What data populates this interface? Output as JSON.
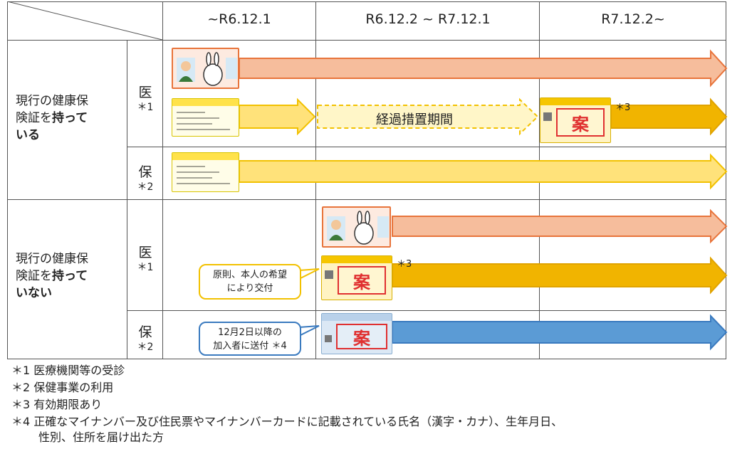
{
  "header": {
    "col1": "~R6.12.1",
    "col2": "R6.12.2 ~ R7.12.1",
    "col3": "R7.12.2~"
  },
  "groups": {
    "have": {
      "line1": "現行の健康保",
      "line2a": "険証を",
      "line2b": "持って",
      "line3": "いる"
    },
    "nothave": {
      "line1": "現行の健康保",
      "line2a": "険証を",
      "line2b": "持って",
      "line3": "いない"
    }
  },
  "subs": {
    "med_char": "医",
    "med_note": "＊1",
    "hok_char": "保",
    "hok_note": "＊2"
  },
  "transition_label": "経過措置期間",
  "card_text": {
    "kan": "案"
  },
  "annotations": {
    "star3": "＊3"
  },
  "callouts": {
    "request_l1": "原則、本人の希望",
    "request_l2": "により交付",
    "new_l1": "12月2日以降の",
    "new_l2": "加入者に送付",
    "new_note": "＊4"
  },
  "footnotes": {
    "f1": "＊1 医療機関等の受診",
    "f2": "＊2 保健事業の利用",
    "f3": "＊3 有効期限あり",
    "f4a": "＊4  正確なマイナンバー及び住民票やマイナンバーカードに記載されている氏名（漢字・カナ）、生年月日、",
    "f4b": "性別、住所を届け出た方"
  },
  "colors": {
    "orange_fill": "#f6bd9c",
    "orange_stroke": "#e8743b",
    "yellow_fill": "#ffe27a",
    "yellow_stroke": "#f2c100",
    "gold_fill": "#f1b400",
    "gold_stroke": "#e0a300",
    "blue_fill": "#5b9bd5",
    "blue_stroke": "#3a7abf",
    "grid_line": "#555555"
  },
  "icons": [
    "my-number-card-icon",
    "insurance-card-icon",
    "certificate-card-icon",
    "info-notice-card-icon"
  ]
}
